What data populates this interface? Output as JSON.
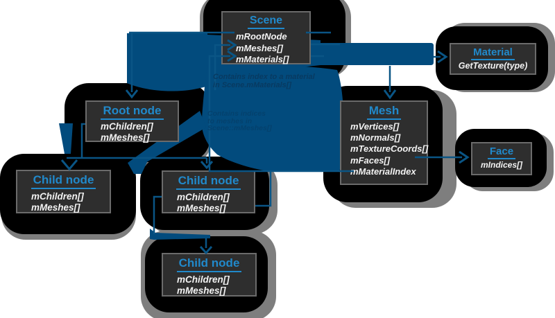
{
  "diagram": {
    "boxes": {
      "scene": {
        "title": "Scene",
        "fields": [
          "mRootNode",
          "mMeshes[]",
          "mMaterials[]"
        ]
      },
      "material": {
        "title": "Material",
        "fields": [
          "GetTexture(type)"
        ]
      },
      "mesh": {
        "title": "Mesh",
        "fields": [
          "mVertices[]",
          "mNormals[]",
          "mTextureCoords[]",
          "mFaces[]",
          "mMaterialIndex"
        ]
      },
      "face": {
        "title": "Face",
        "fields": [
          "mIndices[]"
        ]
      },
      "root": {
        "title": "Root node",
        "fields": [
          "mChildren[]",
          "mMeshes[]"
        ]
      },
      "child1": {
        "title": "Child node",
        "fields": [
          "mChildren[]",
          "mMeshes[]"
        ]
      },
      "child2": {
        "title": "Child node",
        "fields": [
          "mChildren[]",
          "mMeshes[]"
        ]
      },
      "child3": {
        "title": "Child node",
        "fields": [
          "mChildren[]",
          "mMeshes[]"
        ]
      }
    },
    "annotations": {
      "material_note": {
        "line1": "Contains index to a material",
        "line2": "in Scene.mMaterials[]"
      },
      "mesh_note": {
        "line1": "Contains indices",
        "line2": "to meshes in",
        "line3": "Scene::mMeshes[]"
      }
    },
    "colors": {
      "title_blue": "#2189cb",
      "arrow_blue": "#0a5585",
      "ribbon_blue": "#024b7d",
      "box_background": "#2e2e2e",
      "box_border": "#6b6b6b",
      "blob_black": "#000000",
      "blob_gray": "#7e7e7e",
      "note_text": "#083a61"
    }
  }
}
